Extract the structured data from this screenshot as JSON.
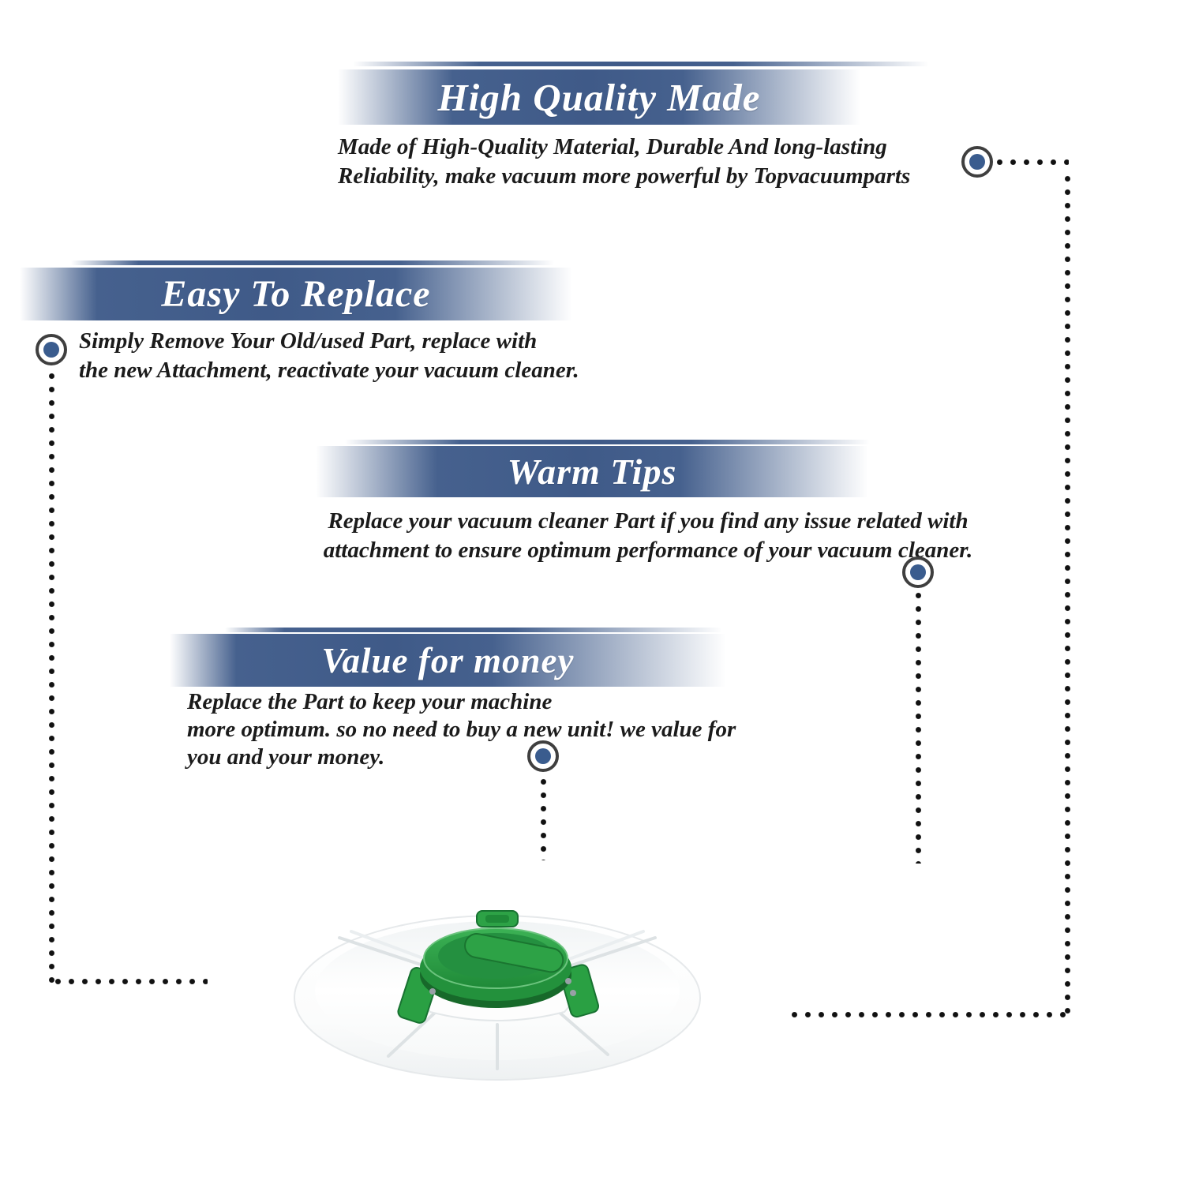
{
  "page": {
    "background": "#ffffff"
  },
  "colors": {
    "banner_blue": "#46618e",
    "banner_blue_dark": "#3f5a88",
    "title_white": "#ffffff",
    "body_text": "#1b1b1b",
    "marker_ring": "#3f3f3f",
    "marker_fill": "#3a5c8e",
    "dot_black": "#111111",
    "product_green": "#2da246",
    "product_green_dark": "#1a7530",
    "dish_white": "#ffffff"
  },
  "sections": [
    {
      "id": "high-quality",
      "title": "High Quality Made",
      "body": [
        "Made of  High-Quality Material, Durable And long-lasting",
        "Reliability,  make vacuum more powerful by Topvacuumparts"
      ]
    },
    {
      "id": "easy-replace",
      "title": "Easy To Replace",
      "body": [
        "Simply Remove Your Old/used Part, replace with",
        "the new Attachment, reactivate your vacuum cleaner."
      ]
    },
    {
      "id": "warm-tips",
      "title": "Warm Tips",
      "body": [
        "Replace your vacuum cleaner Part if you find any issue related with",
        "attachment to ensure optimum performance of your vacuum cleaner."
      ]
    },
    {
      "id": "value-money",
      "title": "Value for money",
      "body": [
        "Replace the Part to keep your machine",
        "more optimum. so no need to buy a new unit! we value for",
        "you and your money."
      ]
    }
  ],
  "product": {
    "name": "divided serving tray with green lidded center jar"
  }
}
